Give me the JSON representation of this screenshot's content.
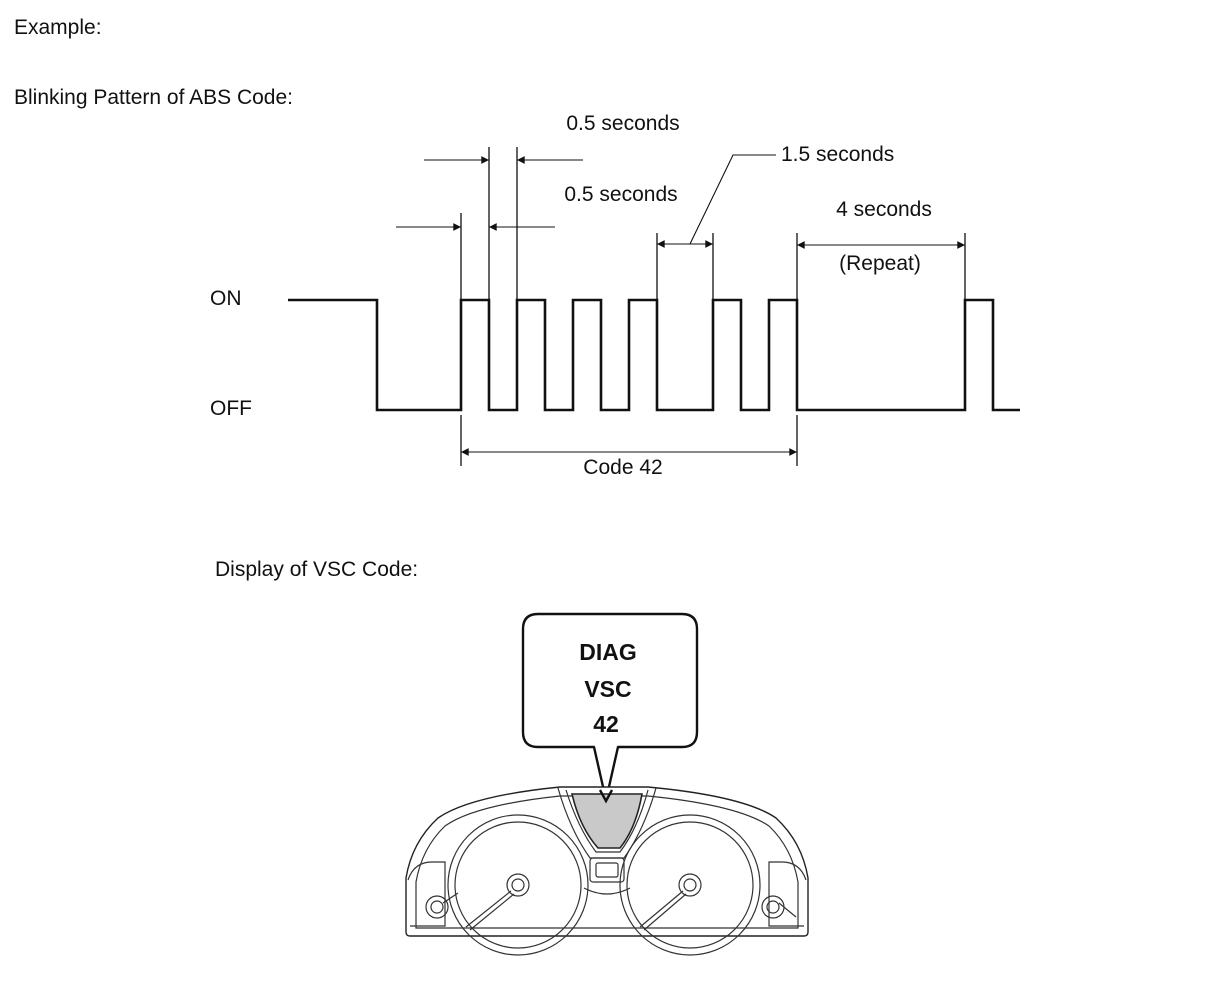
{
  "labels": {
    "example": "Example:",
    "abs_title": "Blinking Pattern of ABS Code:",
    "vsc_title": "Display of VSC Code:",
    "on": "ON",
    "off": "OFF",
    "half_sec_top": "0.5 seconds",
    "half_sec_bottom": "0.5 seconds",
    "one_five_sec": "1.5 seconds",
    "four_sec": "4 seconds",
    "repeat": "(Repeat)",
    "code": "Code 42"
  },
  "display": {
    "line1": "DIAG",
    "line2": "VSC",
    "line3": "42"
  },
  "blink_pattern": {
    "first_digit_pulses": 4,
    "second_digit_pulses": 2,
    "pulse_on_s": 0.5,
    "pulse_off_s": 0.5,
    "digit_gap_s": 1.5,
    "repeat_gap_s": 4
  }
}
